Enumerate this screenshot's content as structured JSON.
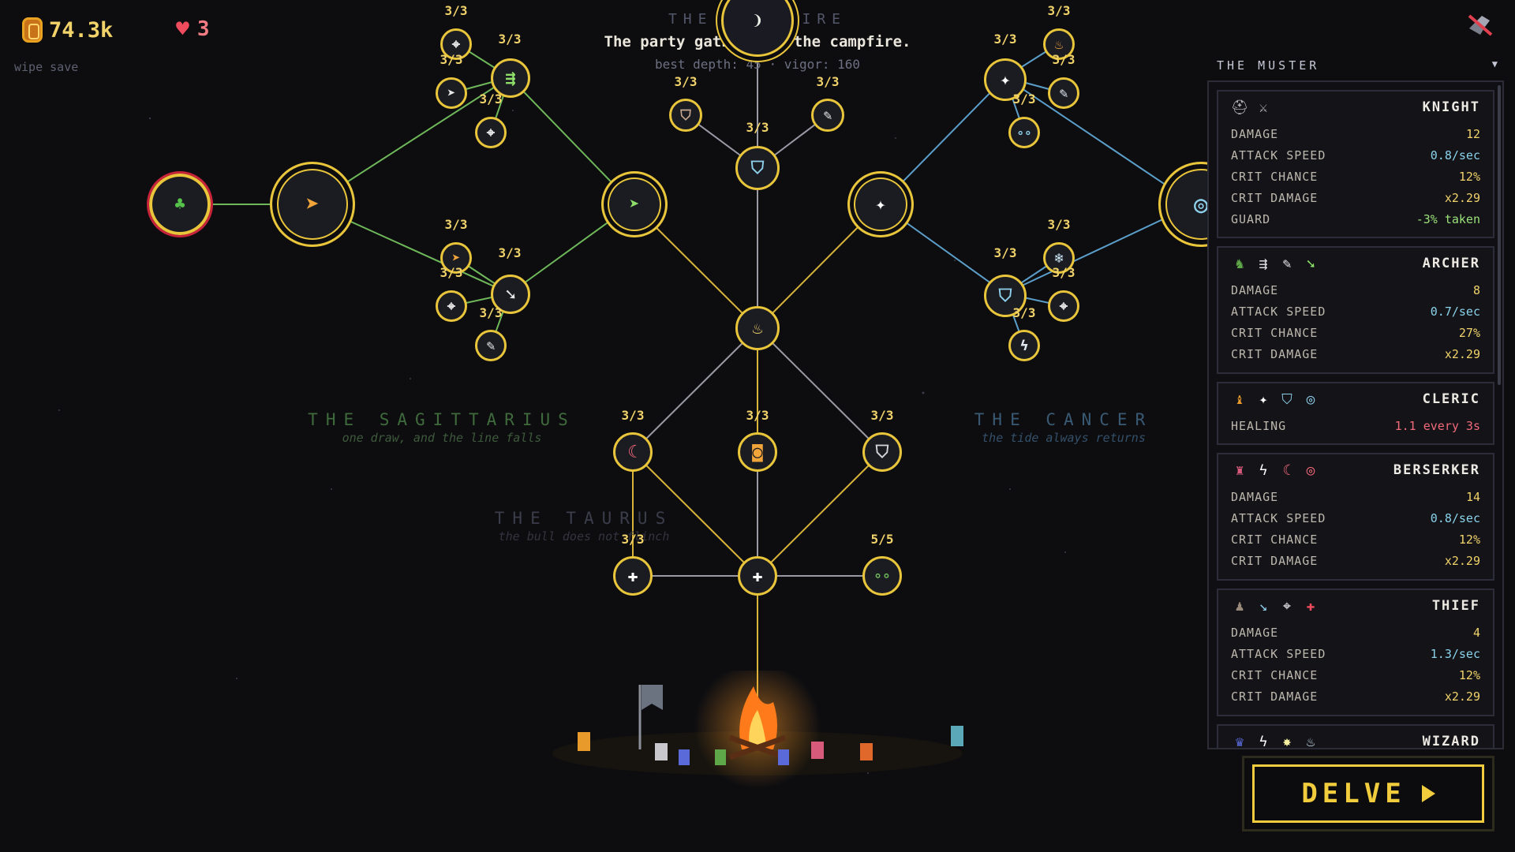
{
  "hud": {
    "gold": "74.3k",
    "lives": "3",
    "wipe_label": "wipe save"
  },
  "header": {
    "title": "THE CAMPFIRE",
    "subtitle": "The party gathers at the campfire.",
    "stats": "best depth: 45 · vigor: 160"
  },
  "constellations": {
    "sagittarius": {
      "title": "THE SAGITTARIUS",
      "tagline": "one draw, and the line falls"
    },
    "taurus": {
      "title": "THE TAURUS",
      "tagline": "the bull does not flinch"
    },
    "cancer": {
      "title": "THE CANCER",
      "tagline": "the tide always returns"
    }
  },
  "levels": {
    "s_up_a": "3/3",
    "s_up_b": "3/3",
    "s_up_c": "3/3",
    "s_up_d": "3/3",
    "s_lo_a": "3/3",
    "s_lo_b": "3/3",
    "s_lo_c": "3/3",
    "s_lo_d": "3/3",
    "c_up_a": "3/3",
    "c_up_b": "3/3",
    "c_up_c": "3/3",
    "c_up_d": "3/3",
    "c_lo_a": "3/3",
    "c_lo_b": "3/3",
    "c_lo_c": "3/3",
    "c_lo_d": "3/3",
    "top_left": "3/3",
    "top_right": "3/3",
    "shield_top": "3/3",
    "moon": "3/3",
    "coin_mid": "3/3",
    "shield_mid": "3/3",
    "plus_left": "3/3",
    "bubbles": "5/5"
  },
  "muster": {
    "title": "THE MUSTER",
    "heroes": [
      {
        "name": "KNIGHT",
        "icons": [
          "helmet-icon",
          "crossbow-icon"
        ],
        "stats": [
          {
            "label": "DAMAGE",
            "value": "12"
          },
          {
            "label": "ATTACK SPEED",
            "value": "0.8/sec"
          },
          {
            "label": "CRIT CHANCE",
            "value": "12%"
          },
          {
            "label": "CRIT DAMAGE",
            "value": "x2.29"
          },
          {
            "label": "GUARD",
            "value": "-3% taken"
          }
        ]
      },
      {
        "name": "ARCHER",
        "icons": [
          "archer-icon",
          "arrow-volley-icon",
          "feather-icon",
          "arrow-icon"
        ],
        "stats": [
          {
            "label": "DAMAGE",
            "value": "8"
          },
          {
            "label": "ATTACK SPEED",
            "value": "0.7/sec"
          },
          {
            "label": "CRIT CHANCE",
            "value": "27%"
          },
          {
            "label": "CRIT DAMAGE",
            "value": "x2.29"
          }
        ]
      },
      {
        "name": "CLERIC",
        "icons": [
          "cleric-icon",
          "sparkle-icon",
          "shield-icon",
          "ripple-icon"
        ],
        "stats": [
          {
            "label": "HEALING",
            "value": "1.1 every 3s"
          }
        ]
      },
      {
        "name": "BERSERKER",
        "icons": [
          "berserker-icon",
          "bolt-icon",
          "crescent-icon",
          "rage-ring-icon"
        ],
        "stats": [
          {
            "label": "DAMAGE",
            "value": "14"
          },
          {
            "label": "ATTACK SPEED",
            "value": "0.8/sec"
          },
          {
            "label": "CRIT CHANCE",
            "value": "12%"
          },
          {
            "label": "CRIT DAMAGE",
            "value": "x2.29"
          }
        ]
      },
      {
        "name": "THIEF",
        "icons": [
          "thief-icon",
          "dagger-icon",
          "crosshair-icon",
          "blood-drop-icon"
        ],
        "stats": [
          {
            "label": "DAMAGE",
            "value": "4"
          },
          {
            "label": "ATTACK SPEED",
            "value": "1.3/sec"
          },
          {
            "label": "CRIT CHANCE",
            "value": "12%"
          },
          {
            "label": "CRIT DAMAGE",
            "value": "x2.29"
          }
        ]
      },
      {
        "name": "WIZARD",
        "icons": [
          "wizard-icon",
          "bolt-icon",
          "burst-icon",
          "flask-icon"
        ],
        "stats": []
      }
    ]
  },
  "delve": {
    "label": "DELVE"
  },
  "colors": {
    "gold": "#f1d36a",
    "node_ring": "#e8c53a",
    "sagittarius_link": "#6fb85a",
    "cancer_link": "#5b9ec9",
    "core_link": "#9a9aa6",
    "delve": "#f1cc3d"
  }
}
